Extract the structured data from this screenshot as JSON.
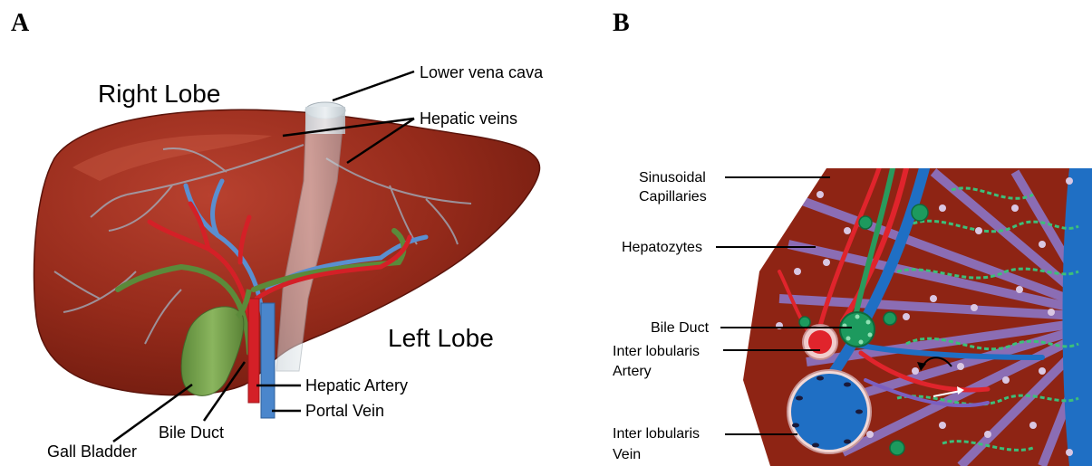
{
  "panel_a": {
    "letter": "A",
    "labels": {
      "right_lobe": "Right Lobe",
      "left_lobe": "Left Lobe",
      "lower_vena_cava": "Lower vena cava",
      "hepatic_veins": "Hepatic veins",
      "hepatic_artery": "Hepatic Artery",
      "portal_vein": "Portal Vein",
      "bile_duct": "Bile Duct",
      "gall_bladder": "Gall Bladder"
    }
  },
  "panel_b": {
    "letter": "B",
    "labels": {
      "sinusoidal_1": "Sinusoidal",
      "sinusoidal_2": "Capillaries",
      "hepatozytes": "Hepatozytes",
      "bile_duct": "Bile Duct",
      "artery_1": "Inter lobularis",
      "artery_2": "Artery",
      "vein_1": "Inter lobularis",
      "vein_2": "Vein"
    }
  },
  "colors": {
    "liver": "#8e2414",
    "artery": "#e0242c",
    "vein": "#1f6fc4",
    "bile": "#2a9a5c",
    "gall_bladder": "#6e9a45"
  }
}
